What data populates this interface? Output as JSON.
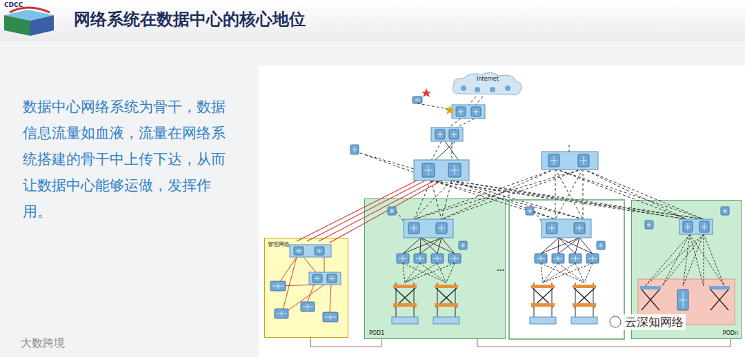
{
  "diagram": {
    "title": "网络系统在数据中心的核心地位",
    "nodes": [
      {
        "text": [
          "Internet"
        ]
      },
      {
        "text": [
          "管理网络"
        ]
      },
      {
        "text": [
          "POD1"
        ]
      },
      {
        "text": [
          "PODn"
        ]
      }
    ],
    "edges": [
      {
        "from": 1,
        "to": 2,
        "arrow": "none"
      },
      {
        "from": 2,
        "to": 3,
        "arrow": "none"
      }
    ],
    "labels": [
      "CDCC",
      "数据中心网络系统为骨干，数据信息流量如血液，流量在网络系统搭建的骨干中上传下达，从而让数据中心能够运做，发挥作用。",
      "...",
      "大数跨境",
      "云深知网络"
    ]
  }
}
